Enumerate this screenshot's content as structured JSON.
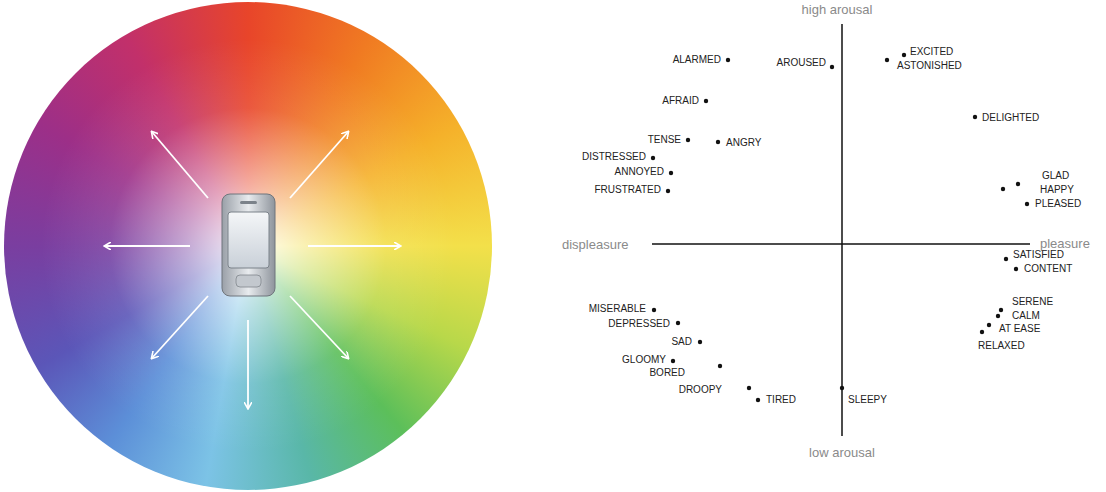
{
  "diagram": {
    "labels": [
      "high arousal",
      "ALARMED",
      "AROUSED",
      "EXCITED",
      "ASTONISHED",
      "AFRAID",
      "DELIGHTED",
      "TENSE",
      "ANGRY",
      "DISTRESSED",
      "ANNOYED",
      "FRUSTRATED",
      "GLAD",
      "HAPPY",
      "PLEASED",
      "displeasure",
      "pleasure",
      "SATISFIED",
      "CONTENT",
      "MISERABLE",
      "SERENE",
      "CALM",
      "DEPRESSED",
      "AT EASE",
      "RELAXED",
      "SAD",
      "GLOOMY",
      "BORED",
      "DROOPY",
      "TIRED",
      "SLEEPY",
      "low arousal"
    ]
  }
}
